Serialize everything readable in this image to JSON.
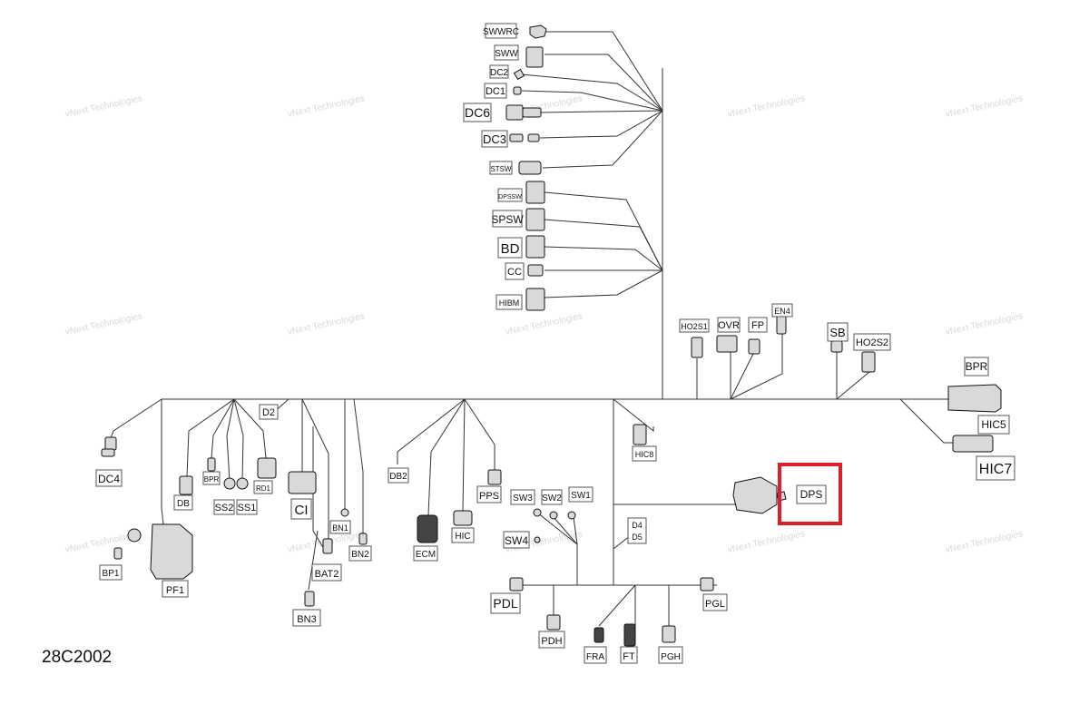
{
  "diagram_code": "28C2002",
  "watermark": "vNext Technologies",
  "selected_connector": "DPS",
  "highlight_color": "#d8222a",
  "connectors": [
    "SWWRC",
    "SWW",
    "DC2",
    "DC1",
    "DC6",
    "DC3",
    "STSW",
    "DPSSW",
    "SPSW",
    "BD",
    "CC",
    "HIBM",
    "HO2S1",
    "OVR",
    "FP",
    "EN4",
    "SB",
    "HO2S2",
    "BPR",
    "HIC5",
    "HIC7",
    "HIC8",
    "DPS",
    "D2",
    "DC4",
    "DB",
    "BPR",
    "SS2",
    "SS1",
    "RD1",
    "CI",
    "DB2",
    "PPS",
    "ECM",
    "HIC",
    "SW3",
    "SW2",
    "SW1",
    "SW4",
    "D4",
    "D5",
    "BN1",
    "BN2",
    "BAT2",
    "BN3",
    "BP1",
    "PF1",
    "PDL",
    "PDH",
    "FRA",
    "FT",
    "PGH",
    "PGL"
  ]
}
